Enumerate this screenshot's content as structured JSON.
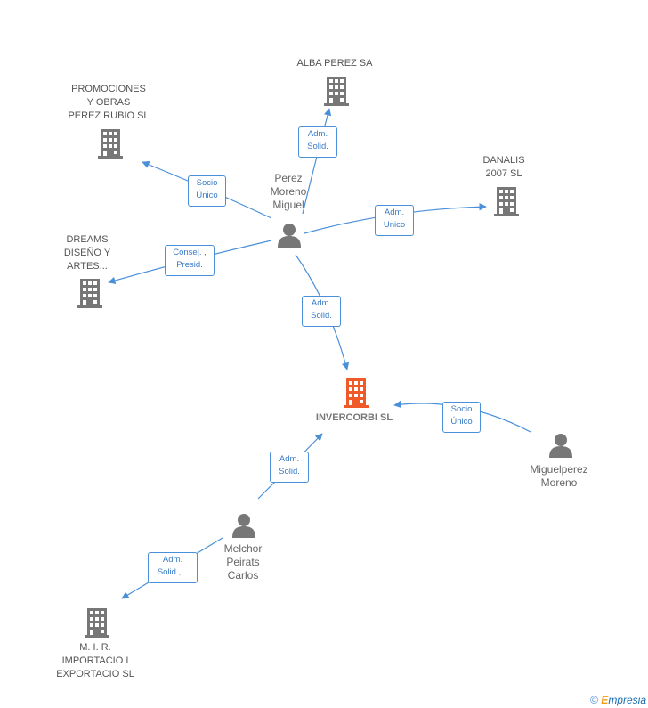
{
  "center": {
    "label": "INVERCORBI SL",
    "color": "#f05a28"
  },
  "companies": {
    "alba": "ALBA PEREZ SA",
    "promociones": [
      "PROMOCIONES",
      "Y OBRAS",
      "PEREZ RUBIO SL"
    ],
    "danalis": [
      "DANALIS",
      "2007  SL"
    ],
    "dreams": [
      "DREAMS",
      "DISEÑO Y",
      "ARTES..."
    ],
    "mir": [
      "M.  I. R.",
      "IMPORTACIO I",
      "EXPORTACIO SL"
    ]
  },
  "persons": {
    "perez": [
      "Perez",
      "Moreno",
      "Miguel"
    ],
    "miguelperez": [
      "Miguelperez",
      "Moreno"
    ],
    "melchor": [
      "Melchor",
      "Peirats",
      "Carlos"
    ]
  },
  "edges": {
    "to_alba": [
      "Adm.",
      "Solid."
    ],
    "to_promociones": [
      "Socio",
      "Único"
    ],
    "to_danalis": [
      "Adm.",
      "Unico"
    ],
    "to_dreams": [
      "Consej. ,",
      "Presid."
    ],
    "perez_to_center": [
      "Adm.",
      "Solid."
    ],
    "miguelperez_to_center": [
      "Socio",
      "Único"
    ],
    "melchor_to_center": [
      "Adm.",
      "Solid."
    ],
    "melchor_to_mir": [
      "Adm.",
      "Solid.,..."
    ]
  },
  "footer": {
    "copyright": "©",
    "brand_initial": "E",
    "brand_rest": "mpresia"
  },
  "colors": {
    "edge": "#4a90d9",
    "icon": "#777777",
    "center": "#f05a28"
  }
}
